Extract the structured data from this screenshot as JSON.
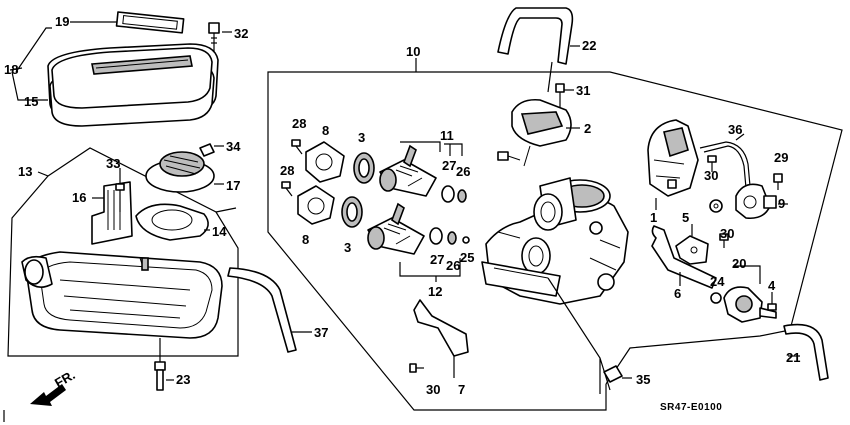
{
  "diagram": {
    "callouts": [
      {
        "id": "c19",
        "label": "19"
      },
      {
        "id": "c32",
        "label": "32"
      },
      {
        "id": "c18",
        "label": "18"
      },
      {
        "id": "c15",
        "label": "15"
      },
      {
        "id": "c13",
        "label": "13"
      },
      {
        "id": "c34",
        "label": "34"
      },
      {
        "id": "c33",
        "label": "33"
      },
      {
        "id": "c17",
        "label": "17"
      },
      {
        "id": "c16",
        "label": "16"
      },
      {
        "id": "c14",
        "label": "14"
      },
      {
        "id": "c37",
        "label": "37"
      },
      {
        "id": "c23",
        "label": "23"
      },
      {
        "id": "c10",
        "label": "10"
      },
      {
        "id": "c22",
        "label": "22"
      },
      {
        "id": "c31",
        "label": "31"
      },
      {
        "id": "c2",
        "label": "2"
      },
      {
        "id": "c28a",
        "label": "28"
      },
      {
        "id": "c8a",
        "label": "8"
      },
      {
        "id": "c3a",
        "label": "3"
      },
      {
        "id": "c11",
        "label": "11"
      },
      {
        "id": "c27a",
        "label": "27"
      },
      {
        "id": "c26a",
        "label": "26"
      },
      {
        "id": "c28b",
        "label": "28"
      },
      {
        "id": "c8b",
        "label": "8"
      },
      {
        "id": "c3b",
        "label": "3"
      },
      {
        "id": "c27b",
        "label": "27"
      },
      {
        "id": "c26b",
        "label": "26"
      },
      {
        "id": "c25",
        "label": "25"
      },
      {
        "id": "c12",
        "label": "12"
      },
      {
        "id": "c30a",
        "label": "30"
      },
      {
        "id": "c7",
        "label": "7"
      },
      {
        "id": "c35",
        "label": "35"
      },
      {
        "id": "c36",
        "label": "36"
      },
      {
        "id": "c29",
        "label": "29"
      },
      {
        "id": "c30b",
        "label": "30"
      },
      {
        "id": "c9",
        "label": "9"
      },
      {
        "id": "c1",
        "label": "1"
      },
      {
        "id": "c5",
        "label": "5"
      },
      {
        "id": "c30c",
        "label": "30"
      },
      {
        "id": "c24",
        "label": "24"
      },
      {
        "id": "c20",
        "label": "20"
      },
      {
        "id": "c6",
        "label": "6"
      },
      {
        "id": "c4",
        "label": "4"
      },
      {
        "id": "c21",
        "label": "21"
      }
    ],
    "front_label": "FR.",
    "diagram_code": "SR47-E0100"
  }
}
